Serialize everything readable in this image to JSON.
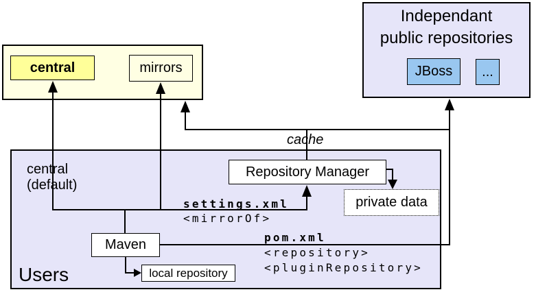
{
  "colors": {
    "pale_yellow": "#FFFFE3",
    "highlight_yellow": "#FFFF99",
    "lavender": "#E6E5F9",
    "light_blue": "#99C7F0",
    "box_white": "#FFFFFF",
    "line_black": "#000000"
  },
  "yellow_group": {
    "central_label": "central",
    "mirrors_label": "mirrors"
  },
  "independent_group": {
    "title_line1": "Independant",
    "title_line2": "public repositories",
    "jboss_label": "JBoss",
    "ellipsis_label": "..."
  },
  "users_group": {
    "group_label": "Users",
    "central_default_line1": "central",
    "central_default_line2": "(default)",
    "repository_manager_label": "Repository Manager",
    "private_data_label": "private data",
    "maven_label": "Maven",
    "local_repository_label": "local repository"
  },
  "annotations": {
    "cache_label": "cache",
    "settings_file": "settings.xml",
    "mirror_of_tag": "<mirrorOf>",
    "pom_file": "pom.xml",
    "repository_tag": "<repository>",
    "plugin_repository_tag": "<pluginRepository>"
  }
}
